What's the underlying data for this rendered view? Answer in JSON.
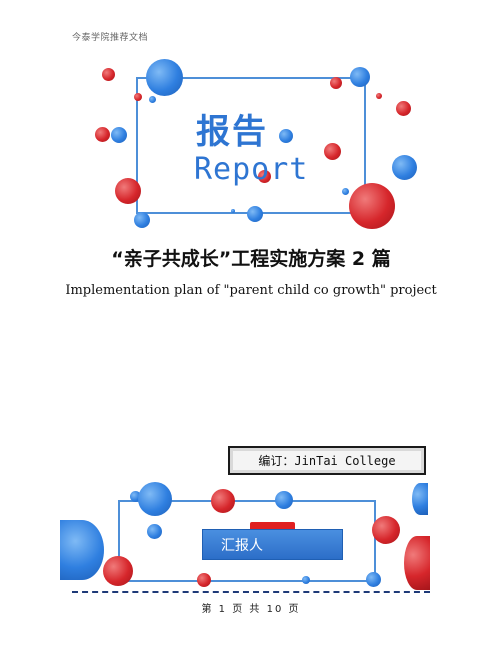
{
  "header": {
    "text": "今泰学院推荐文档"
  },
  "cover": {
    "title_cn": "报告",
    "title_en": "Report"
  },
  "document": {
    "title": "“亲子共成长”工程实施方案 2 篇",
    "subtitle": "Implementation plan of \"parent child co growth\" project"
  },
  "editor": {
    "label": "编订：JinTai  College"
  },
  "reporter": {
    "label": "汇报人"
  },
  "footer": {
    "page_info": "第 1 页 共 10 页"
  },
  "colors": {
    "accent_blue": "#2e75d2",
    "accent_red": "#d6262b",
    "frame_blue": "#4d8fd8"
  }
}
